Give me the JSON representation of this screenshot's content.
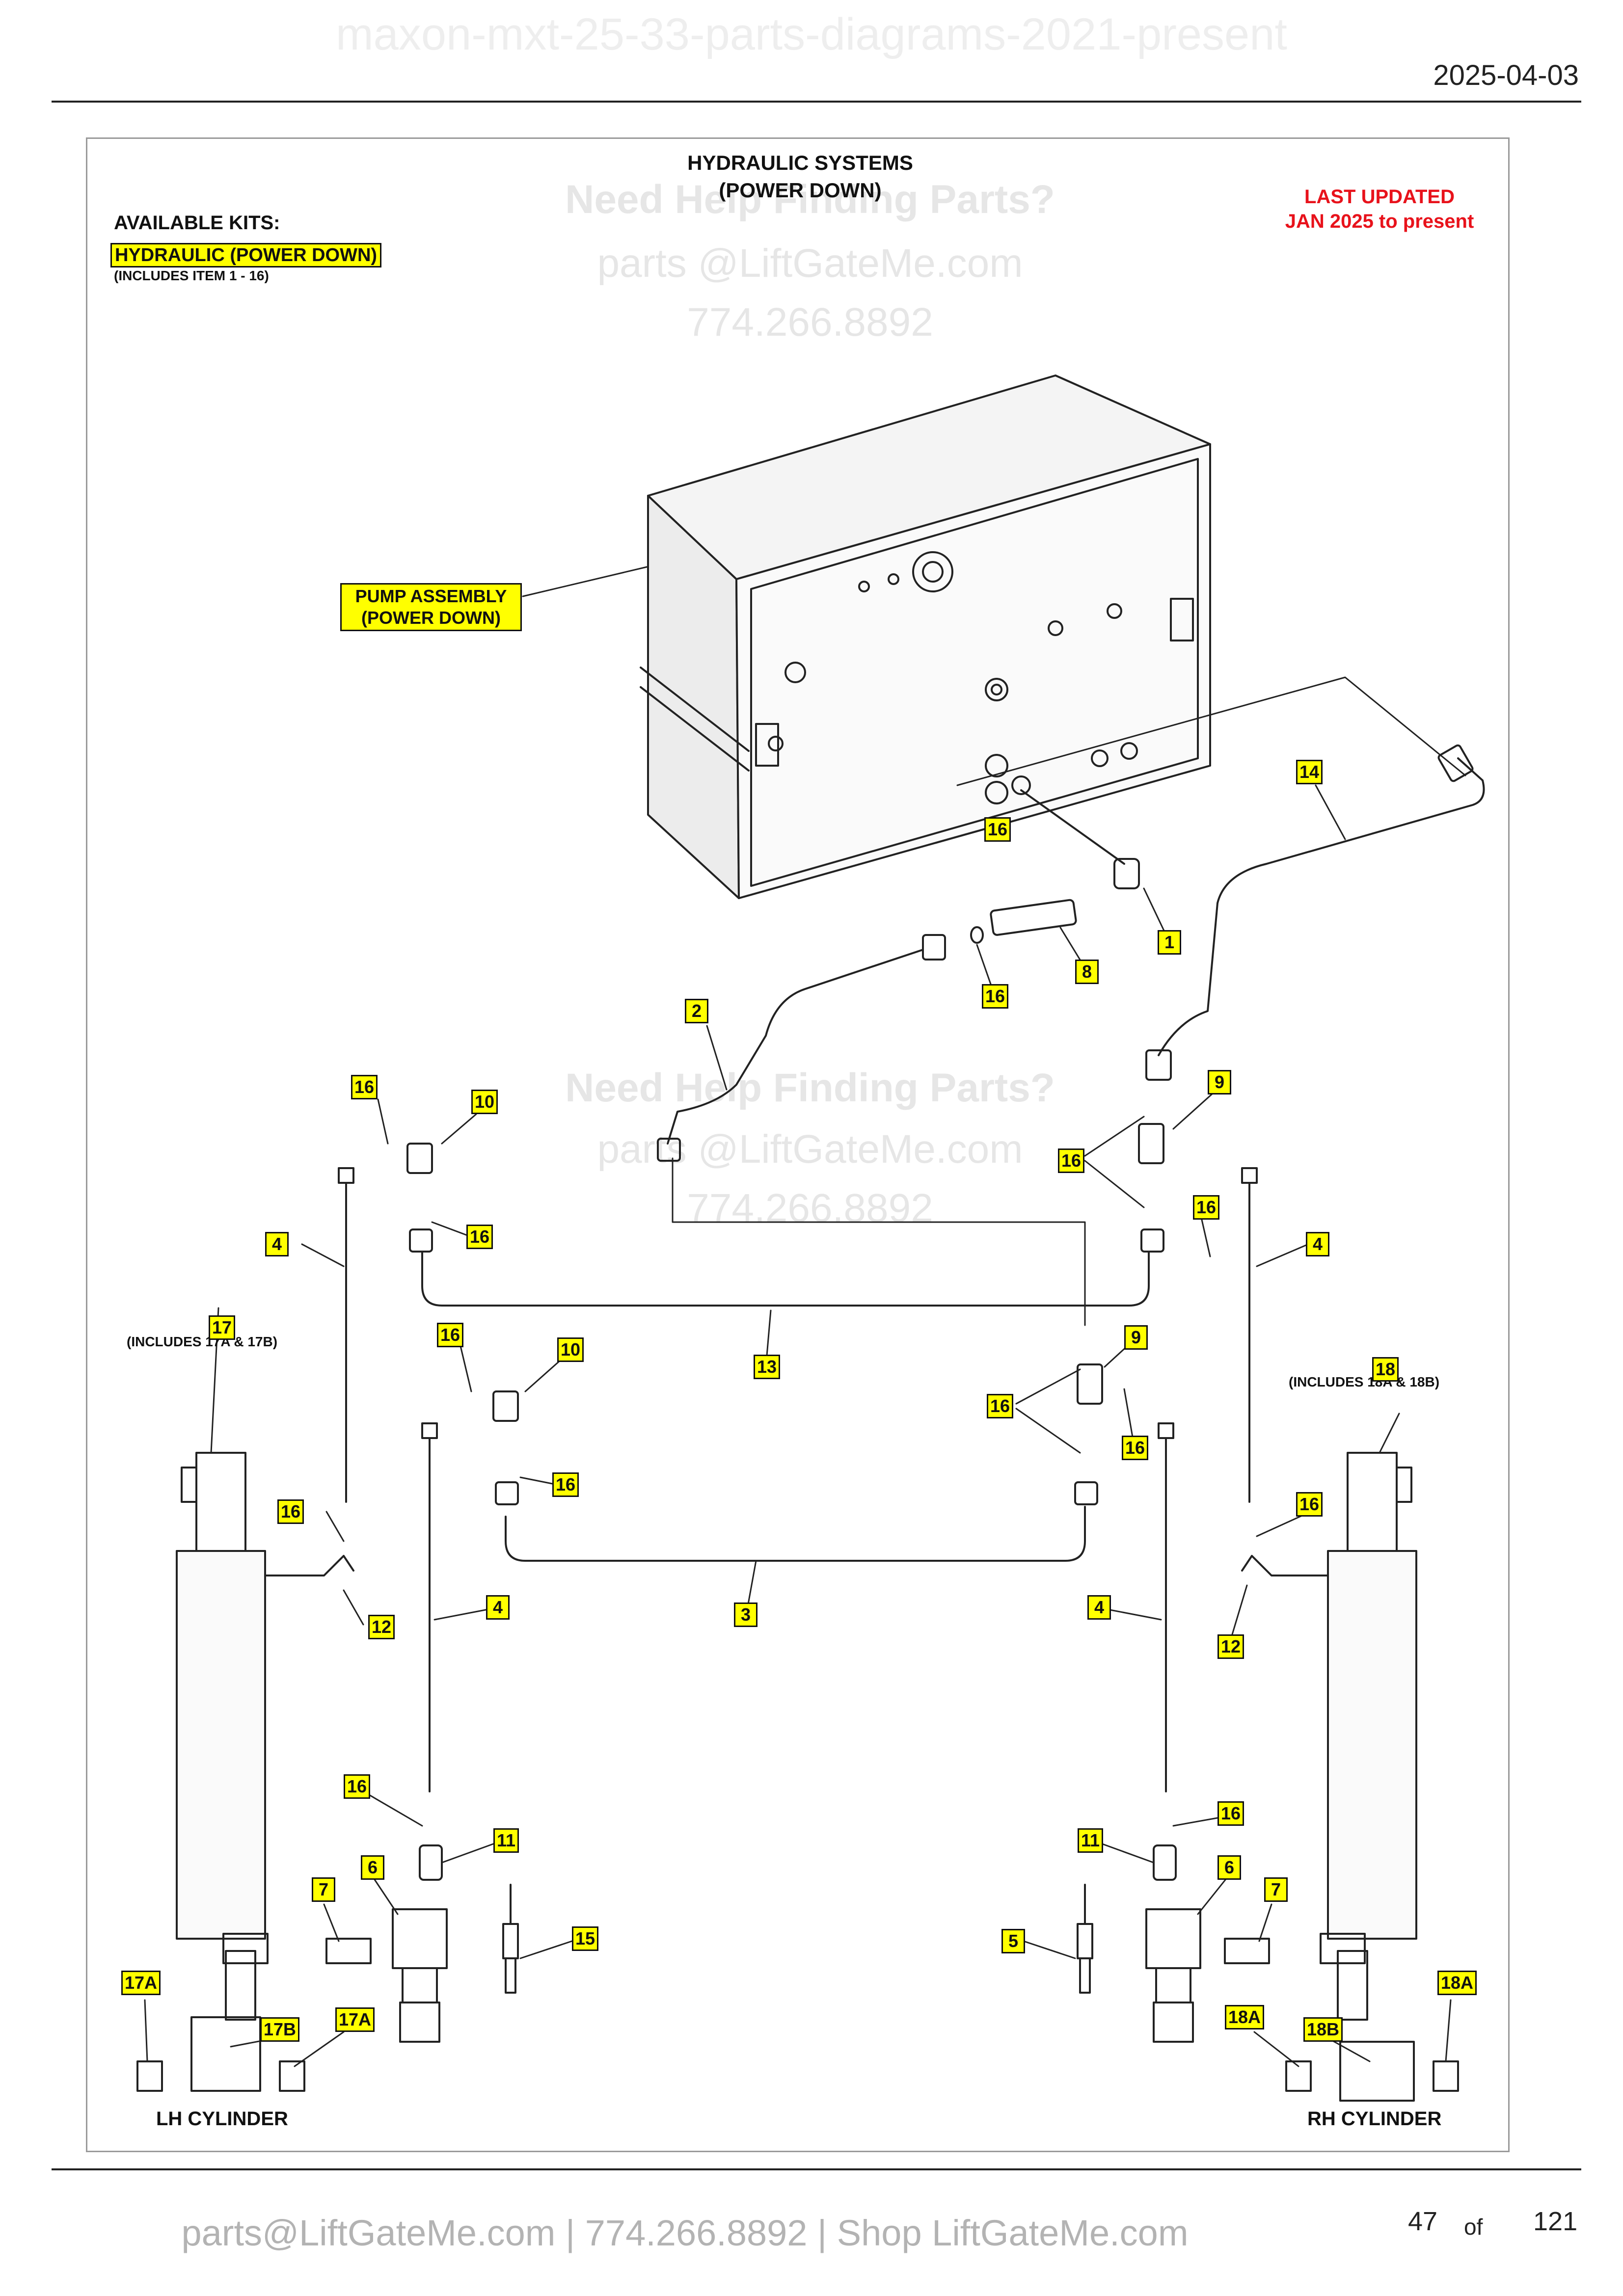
{
  "document": {
    "title": "maxon-mxt-25-33-parts-diagrams-2021-present",
    "date": "2025-04-03"
  },
  "diagram": {
    "title_line1": "HYDRAULIC SYSTEMS",
    "title_line2": "(POWER DOWN)",
    "kits_heading": "AVAILABLE KITS:",
    "kit_name": "HYDRAULIC (POWER DOWN)",
    "kit_note": "(INCLUDES ITEM 1 - 16)",
    "last_updated_line1": "LAST UPDATED",
    "last_updated_line2": "JAN 2025 to present",
    "pump_label_line1": "PUMP ASSEMBLY",
    "pump_label_line2": "(POWER DOWN)",
    "lh_cylinder": "LH CYLINDER",
    "rh_cylinder": "RH CYLINDER",
    "item17_note": "(INCLUDES 17A & 17B)",
    "item18_note": "(INCLUDES 18A & 18B)",
    "callouts": [
      "1",
      "2",
      "3",
      "4",
      "4",
      "4",
      "4",
      "5",
      "6",
      "6",
      "7",
      "7",
      "8",
      "9",
      "9",
      "10",
      "10",
      "11",
      "11",
      "12",
      "12",
      "13",
      "14",
      "15",
      "16",
      "16",
      "16",
      "16",
      "16",
      "16",
      "16",
      "16",
      "16",
      "16",
      "16",
      "16",
      "16",
      "16",
      "17",
      "17A",
      "17A",
      "17B",
      "18",
      "18A",
      "18A",
      "18B"
    ]
  },
  "watermark": {
    "heading": "Need Help Finding Parts?",
    "email": "parts @LiftGateMe.com",
    "phone": "774.266.8892"
  },
  "footer": {
    "contact": "parts@LiftGateMe.com | 774.266.8892 | Shop LiftGateMe.com",
    "page": "47",
    "of": "of",
    "total": "121"
  },
  "colors": {
    "highlight": "#ffff00",
    "alert_red": "#e8121b"
  }
}
